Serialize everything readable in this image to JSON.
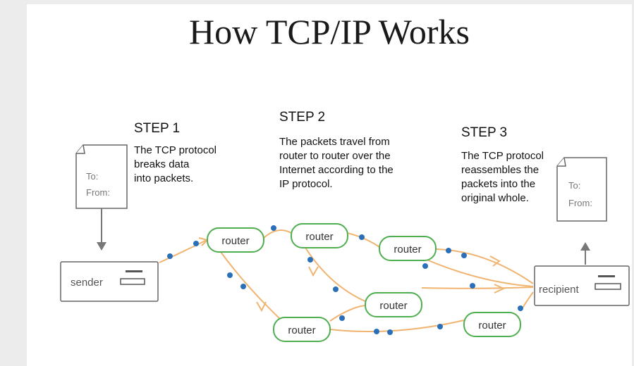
{
  "title": "How TCP/IP Works",
  "steps": [
    {
      "heading": "STEP 1",
      "lines": [
        "The TCP protocol",
        "breaks data",
        "into packets."
      ]
    },
    {
      "heading": "STEP 2",
      "lines": [
        "The packets travel from",
        "router to router over the",
        "Internet according to the",
        "IP protocol."
      ]
    },
    {
      "heading": "STEP 3",
      "lines": [
        "The TCP protocol",
        "reassembles the",
        "packets into the",
        "original whole."
      ]
    }
  ],
  "envelope": {
    "to_label": "To:",
    "from_label": "From:"
  },
  "nodes": {
    "sender": "sender",
    "recipient": "recipient",
    "router": "router"
  },
  "colors": {
    "link": "#f0b470",
    "packet": "#2a6fb8",
    "router_border": "#4fae4f",
    "box_border": "#666666"
  }
}
